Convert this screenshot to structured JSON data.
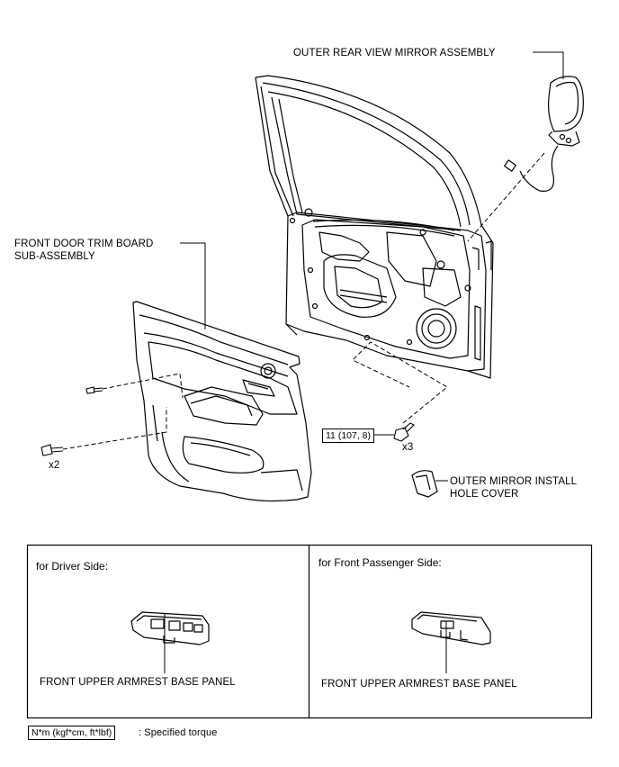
{
  "labels": {
    "mirror_assembly": "OUTER REAR VIEW MIRROR ASSEMBLY",
    "trim_board_line1": "FRONT DOOR TRIM BOARD",
    "trim_board_line2": "SUB-ASSEMBLY",
    "hole_cover_line1": "OUTER MIRROR INSTALL",
    "hole_cover_line2": "HOLE COVER",
    "torque_value": "11 (107, 8)",
    "qty_nuts": "x3",
    "qty_screws": "x2"
  },
  "panels": [
    {
      "title": "for Driver Side:",
      "part": "FRONT UPPER ARMREST BASE PANEL"
    },
    {
      "title": "for Front Passenger Side:",
      "part": "FRONT UPPER ARMREST BASE PANEL"
    }
  ],
  "legend": {
    "unit": "N*m (kgf*cm, ft*lbf)",
    "description": ": Specified torque"
  }
}
